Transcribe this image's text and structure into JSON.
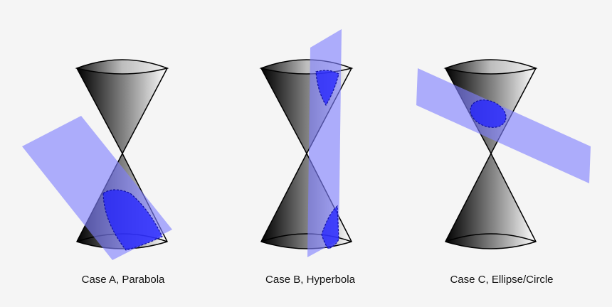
{
  "figure": {
    "cases": [
      {
        "caption": "Case A, Parabola"
      },
      {
        "caption": "Case B, Hyperbola"
      },
      {
        "caption": "Case C, Ellipse/Circle"
      }
    ]
  },
  "colors": {
    "background": "#f5f5f5",
    "plane_fill": "#7f7fff",
    "section_fill": "#2020ff",
    "cone_dark": "#000000",
    "cone_light": "#ffffff",
    "outline": "#000000"
  }
}
